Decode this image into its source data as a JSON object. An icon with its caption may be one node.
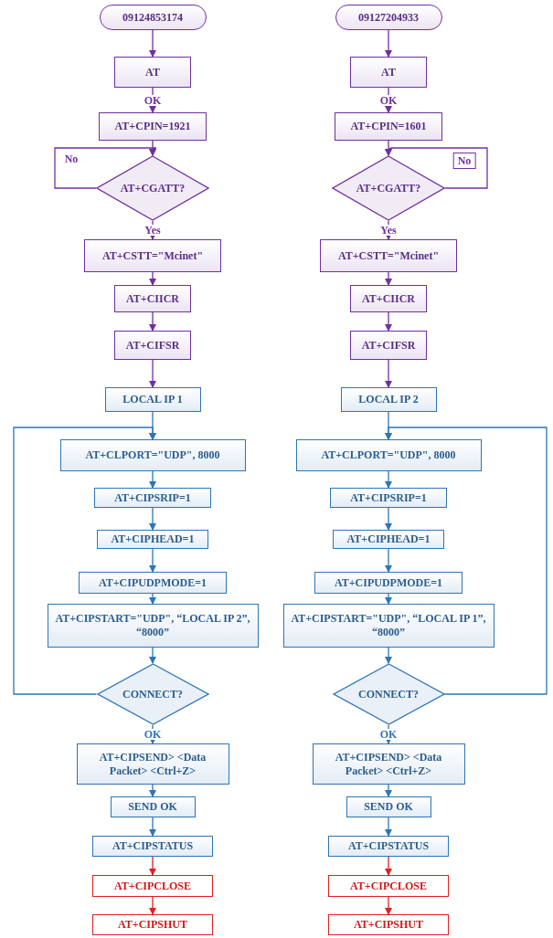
{
  "diagram": {
    "nodes": [
      {
        "text": [
          "09124853174"
        ]
      },
      {
        "text": [
          "AT"
        ]
      },
      {
        "text": [
          "AT+CPIN=1921"
        ]
      },
      {
        "text": [
          "AT+CGATT?"
        ]
      },
      {
        "text": [
          "AT+CSTT=\"Mcinet\""
        ]
      },
      {
        "text": [
          "AT+CIICR"
        ]
      },
      {
        "text": [
          "AT+CIFSR"
        ]
      },
      {
        "text": [
          "LOCAL IP 1"
        ]
      },
      {
        "text": [
          "AT+CLPORT=\"UDP\", 8000"
        ]
      },
      {
        "text": [
          "AT+CIPSRIP=1"
        ]
      },
      {
        "text": [
          "AT+CIPHEAD=1"
        ]
      },
      {
        "text": [
          "AT+CIPUDPMODE=1"
        ]
      },
      {
        "text": [
          "AT+CIPSTART=\"UDP\", “LOCAL IP 2”, “8000”"
        ]
      },
      {
        "text": [
          "CONNECT?"
        ]
      },
      {
        "text": [
          "AT+CIPSEND> <Data Packet> <Ctrl+Z>"
        ]
      },
      {
        "text": [
          "SEND OK"
        ]
      },
      {
        "text": [
          "AT+CIPSTATUS"
        ]
      },
      {
        "text": [
          "AT+CIPCLOSE"
        ]
      },
      {
        "text": [
          "AT+CIPSHUT"
        ]
      },
      {
        "text": [
          "09127204933"
        ]
      },
      {
        "text": [
          "AT"
        ]
      },
      {
        "text": [
          "AT+CPIN=1601"
        ]
      },
      {
        "text": [
          "AT+CGATT?"
        ]
      },
      {
        "text": [
          "AT+CSTT=\"Mcinet\""
        ]
      },
      {
        "text": [
          "AT+CIICR"
        ]
      },
      {
        "text": [
          "AT+CIFSR"
        ]
      },
      {
        "text": [
          "LOCAL IP 2"
        ]
      },
      {
        "text": [
          "AT+CLPORT=\"UDP\", 8000"
        ]
      },
      {
        "text": [
          "AT+CIPSRIP=1"
        ]
      },
      {
        "text": [
          "AT+CIPHEAD=1"
        ]
      },
      {
        "text": [
          "AT+CIPUDPMODE=1"
        ]
      },
      {
        "text": [
          "AT+CIPSTART=\"UDP\", “LOCAL IP 1”, “8000”"
        ]
      },
      {
        "text": [
          "CONNECT?"
        ]
      },
      {
        "text": [
          "AT+CIPSEND> <Data Packet> <Ctrl+Z>"
        ]
      },
      {
        "text": [
          "SEND OK"
        ]
      },
      {
        "text": [
          "AT+CIPSTATUS"
        ]
      },
      {
        "text": [
          "AT+CIPCLOSE"
        ]
      },
      {
        "text": [
          "AT+CIPSHUT"
        ]
      }
    ],
    "edges": [
      {
        "from": 0,
        "to": 1,
        "arrow": "to",
        "color": "#7030a0"
      },
      {
        "from": 1,
        "to": 2,
        "arrow": "to",
        "label": "OK",
        "color": "#7030a0"
      },
      {
        "from": 2,
        "to": 3,
        "arrow": "to",
        "color": "#7030a0"
      },
      {
        "from": 3,
        "to": 3,
        "arrow": "to",
        "label": "No",
        "color": "#7030a0"
      },
      {
        "from": 3,
        "to": 4,
        "arrow": "to",
        "label": "Yes",
        "color": "#7030a0"
      },
      {
        "from": 4,
        "to": 5,
        "arrow": "to",
        "color": "#7030a0"
      },
      {
        "from": 5,
        "to": 6,
        "arrow": "to",
        "color": "#7030a0"
      },
      {
        "from": 6,
        "to": 7,
        "arrow": "to",
        "color": "#7030a0"
      },
      {
        "from": 7,
        "to": 8,
        "arrow": "to"
      },
      {
        "from": 8,
        "to": 9,
        "arrow": "to"
      },
      {
        "from": 9,
        "to": 10,
        "arrow": "to"
      },
      {
        "from": 10,
        "to": 11,
        "arrow": "to"
      },
      {
        "from": 11,
        "to": 12,
        "arrow": "to"
      },
      {
        "from": 12,
        "to": 13,
        "arrow": "to"
      },
      {
        "from": 13,
        "to": 8,
        "arrow": "to"
      },
      {
        "from": 13,
        "to": 14,
        "arrow": "to",
        "label": "OK"
      },
      {
        "from": 14,
        "to": 15,
        "arrow": "to"
      },
      {
        "from": 15,
        "to": 16,
        "arrow": "to"
      },
      {
        "from": 16,
        "to": 17,
        "arrow": "to",
        "color": "#e02020"
      },
      {
        "from": 17,
        "to": 18,
        "arrow": "to",
        "color": "#e02020"
      },
      {
        "from": 19,
        "to": 20,
        "arrow": "to",
        "color": "#7030a0"
      },
      {
        "from": 20,
        "to": 21,
        "arrow": "to",
        "label": "OK",
        "color": "#7030a0"
      },
      {
        "from": 21,
        "to": 22,
        "arrow": "to",
        "color": "#7030a0"
      },
      {
        "from": 22,
        "to": 22,
        "arrow": "to",
        "label": "No",
        "color": "#7030a0"
      },
      {
        "from": 22,
        "to": 23,
        "arrow": "to",
        "label": "Yes",
        "color": "#7030a0"
      },
      {
        "from": 23,
        "to": 24,
        "arrow": "to",
        "color": "#7030a0"
      },
      {
        "from": 24,
        "to": 25,
        "arrow": "to",
        "color": "#7030a0"
      },
      {
        "from": 25,
        "to": 26,
        "arrow": "to",
        "color": "#7030a0"
      },
      {
        "from": 26,
        "to": 27,
        "arrow": "to"
      },
      {
        "from": 27,
        "to": 28,
        "arrow": "to"
      },
      {
        "from": 28,
        "to": 29,
        "arrow": "to"
      },
      {
        "from": 29,
        "to": 30,
        "arrow": "to"
      },
      {
        "from": 30,
        "to": 31,
        "arrow": "to"
      },
      {
        "from": 31,
        "to": 32,
        "arrow": "to"
      },
      {
        "from": 32,
        "to": 27,
        "arrow": "to"
      },
      {
        "from": 32,
        "to": 33,
        "arrow": "to",
        "label": "OK"
      },
      {
        "from": 33,
        "to": 34,
        "arrow": "to"
      },
      {
        "from": 34,
        "to": 35,
        "arrow": "to"
      },
      {
        "from": 35,
        "to": 36,
        "arrow": "to",
        "color": "#e02020"
      },
      {
        "from": 36,
        "to": 37,
        "arrow": "to",
        "color": "#e02020"
      }
    ]
  }
}
